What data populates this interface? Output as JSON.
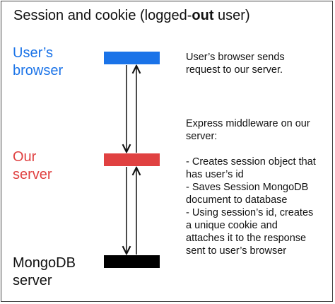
{
  "title": {
    "prefix": "Session and cookie (logged-",
    "bold": "out",
    "suffix": " user)"
  },
  "nodes": {
    "browser": {
      "label": "User’s\nbrowser",
      "color": "#1a73e8"
    },
    "server": {
      "label": "Our\nserver",
      "color": "#e04141"
    },
    "mongo": {
      "label": "MongoDB\nserver",
      "color": "#000000"
    }
  },
  "descriptions": {
    "browser_request": "User’s browser sends\nrequest to our server.",
    "middleware": "Express middleware on our\nserver:\n\n- Creates session object that\nhas user’s id\n- Saves Session MongoDB\ndocument to database\n- Using session’s id, creates\na unique cookie and\nattaches it to the response\nsent to user’s browser"
  }
}
